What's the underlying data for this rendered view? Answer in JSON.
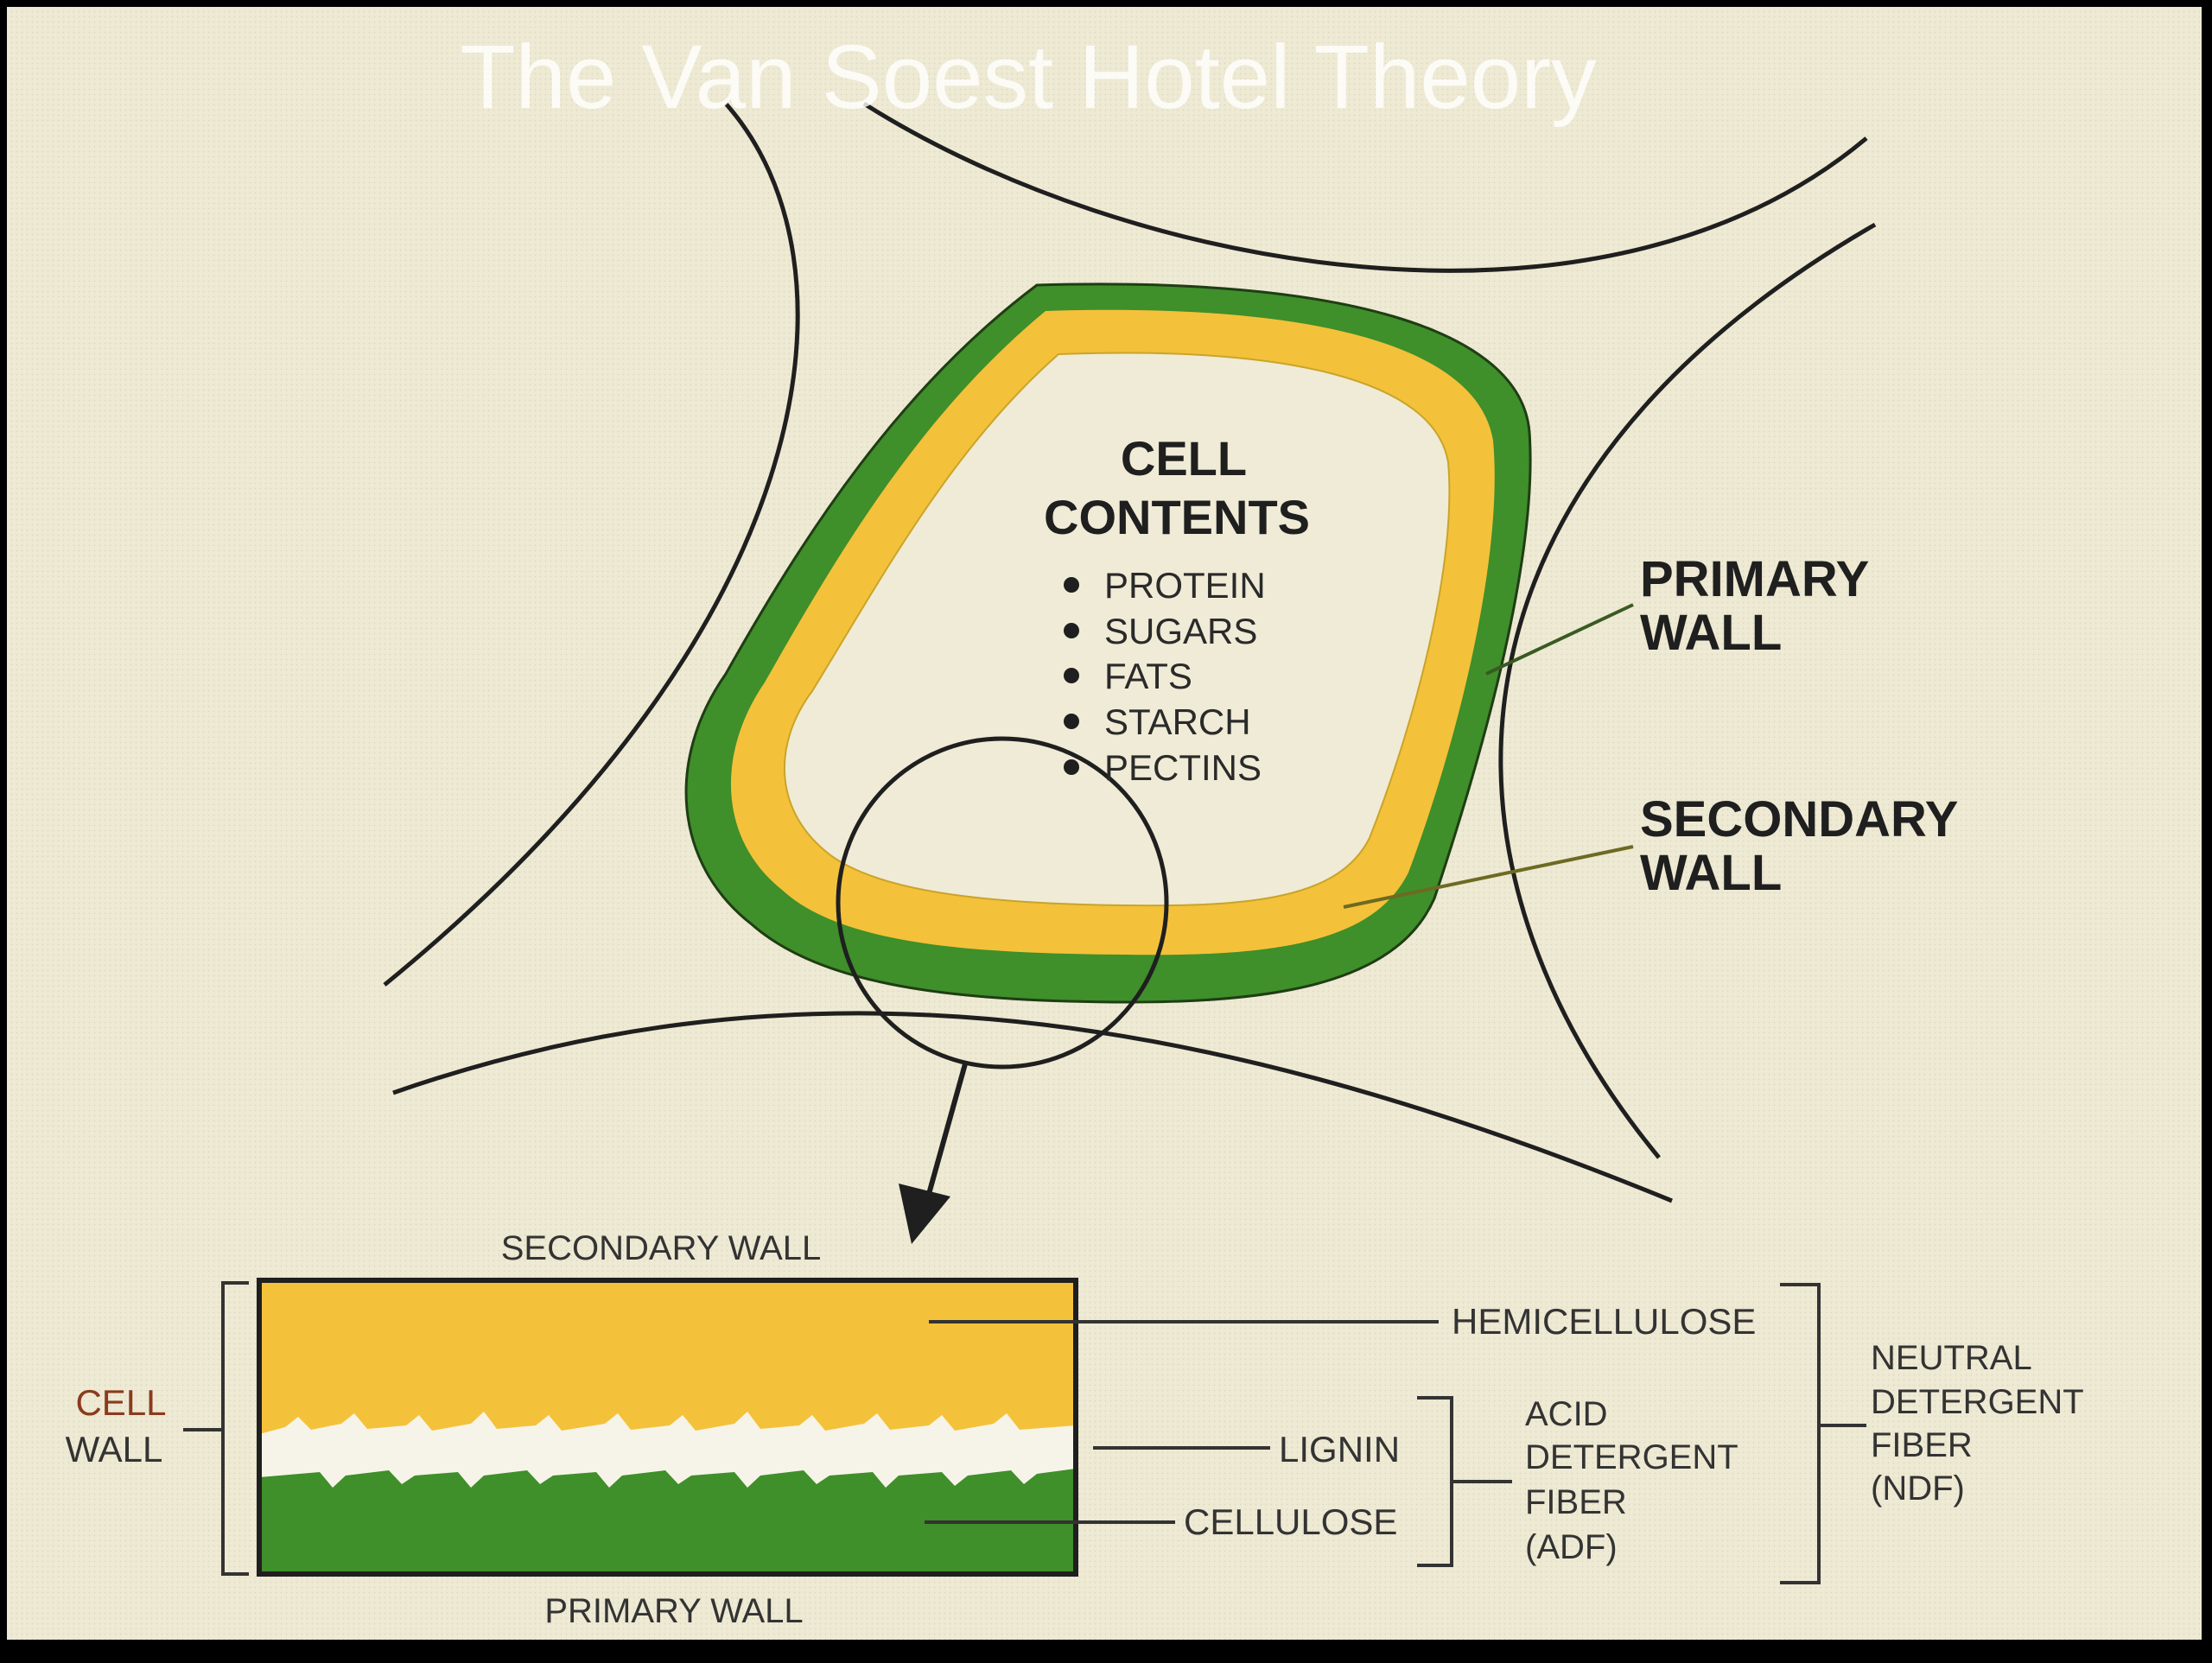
{
  "title": "The Van Soest Hotel Theory",
  "cell": {
    "contents_line1": "CELL",
    "contents_line2": "CONTENTS",
    "items": [
      "PROTEIN",
      "SUGARS",
      "FATS",
      "STARCH",
      "PECTINS"
    ],
    "primary_wall_line1": "PRIMARY",
    "primary_wall_line2": "WALL",
    "secondary_wall_line1": "SECONDARY",
    "secondary_wall_line2": "WALL"
  },
  "detail": {
    "top_label": "SECONDARY WALL",
    "bottom_label": "PRIMARY WALL",
    "cell_wall_line1": "CELL",
    "cell_wall_line2": "WALL",
    "hemicellulose": "HEMICELLULOSE",
    "lignin": "LIGNIN",
    "cellulose": "CELLULOSE",
    "adf_line1": "ACID",
    "adf_line2": "DETERGENT",
    "adf_line3": "FIBER",
    "adf_line4": "(ADF)",
    "ndf_line1": "NEUTRAL",
    "ndf_line2": "DETERGENT",
    "ndf_line3": "FIBER",
    "ndf_line4": "(NDF)"
  },
  "colors": {
    "background": "#ede9d3",
    "green": "#3f8f2a",
    "yellow": "#f4c13a",
    "ink": "#1f1f1f",
    "label_ink": "#333333",
    "orange_label": "#8a3b1e",
    "title_ink": "#ffffff"
  }
}
